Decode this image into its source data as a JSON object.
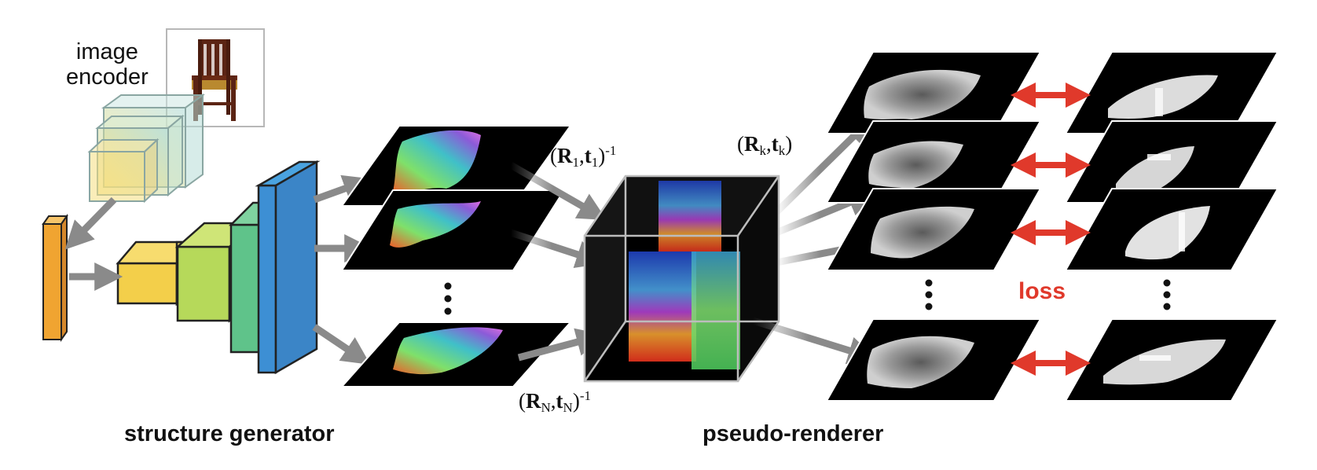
{
  "labels": {
    "image_encoder_line1": "image",
    "image_encoder_line2": "encoder",
    "structure_generator": "structure generator",
    "pseudo_renderer": "pseudo-renderer",
    "loss": "loss"
  },
  "transforms": {
    "first": {
      "R": "R",
      "t": "t",
      "sub": "1",
      "sup": "-1"
    },
    "last": {
      "R": "R",
      "t": "t",
      "sub": "N",
      "sup": "-1"
    },
    "k": {
      "R": "R",
      "t": "t",
      "sub": "k"
    }
  },
  "colors": {
    "arrow_gray": "#8a8a8a",
    "loss_red": "#e0392b",
    "latent_orange": "#f0a431",
    "encoder_teal": "#9fd0c8",
    "encoder_yellow": "#f4dc7e",
    "generator_blue": "#3d8fd4",
    "panel_black": "#000000"
  },
  "icons": {
    "input_image": "chair-photo-icon",
    "point_cloud": "point-cloud-cube-icon",
    "depth_map": "depth-map-icon"
  }
}
